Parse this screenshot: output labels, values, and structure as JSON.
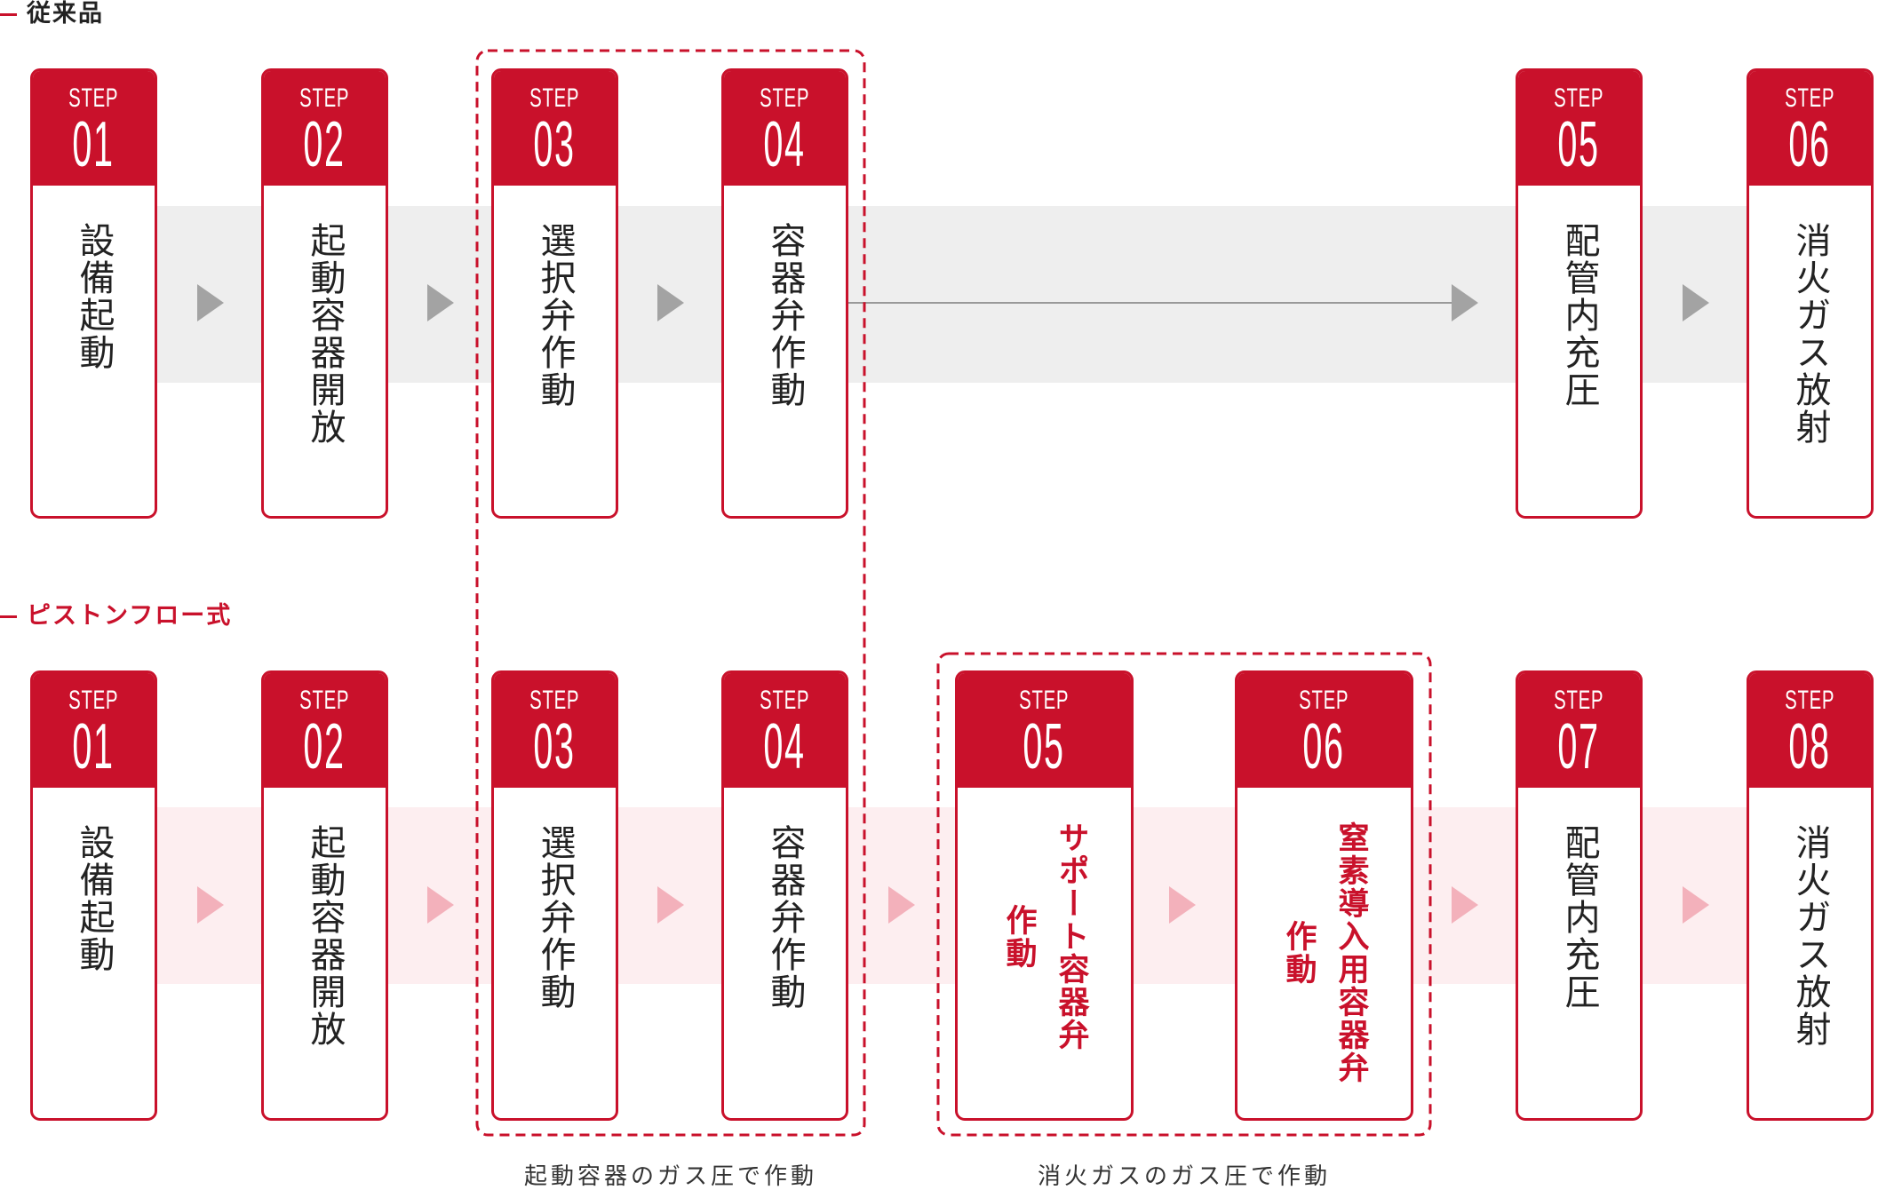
{
  "sections": [
    {
      "label": "従来品",
      "steps": [
        {
          "step": "STEP",
          "number": "01",
          "text": "設備起動"
        },
        {
          "step": "STEP",
          "number": "02",
          "text": "起動容器開放"
        },
        {
          "step": "STEP",
          "number": "03",
          "text": "選択弁作動"
        },
        {
          "step": "STEP",
          "number": "04",
          "text": "容器弁作動"
        },
        {
          "step": "STEP",
          "number": "05",
          "text": "配管内充圧"
        },
        {
          "step": "STEP",
          "number": "06",
          "text": "消火ガス放射"
        }
      ]
    },
    {
      "label": "ピストンフロー式",
      "steps": [
        {
          "step": "STEP",
          "number": "01",
          "text": "設備起動"
        },
        {
          "step": "STEP",
          "number": "02",
          "text": "起動容器開放"
        },
        {
          "step": "STEP",
          "number": "03",
          "text": "選択弁作動"
        },
        {
          "step": "STEP",
          "number": "04",
          "text": "容器弁作動"
        },
        {
          "step": "STEP",
          "number": "05",
          "lines": [
            "サポート容器弁",
            "作動"
          ]
        },
        {
          "step": "STEP",
          "number": "06",
          "lines": [
            "窒素導入用容器弁",
            "作動"
          ]
        },
        {
          "step": "STEP",
          "number": "07",
          "text": "配管内充圧"
        },
        {
          "step": "STEP",
          "number": "08",
          "text": "消火ガス放射"
        }
      ]
    }
  ],
  "groups": [
    {
      "caption": "起動容器のガス圧で作動"
    },
    {
      "caption": "消火ガスのガス圧で作動"
    }
  ],
  "colors": {
    "accent": "#c9112b",
    "band_conventional": "#eeeeee",
    "band_piston_flow": "#fdeef0",
    "arrow_conventional": "#a3a3a3",
    "arrow_piston_flow": "#f3b1bb",
    "text": "#222222"
  }
}
